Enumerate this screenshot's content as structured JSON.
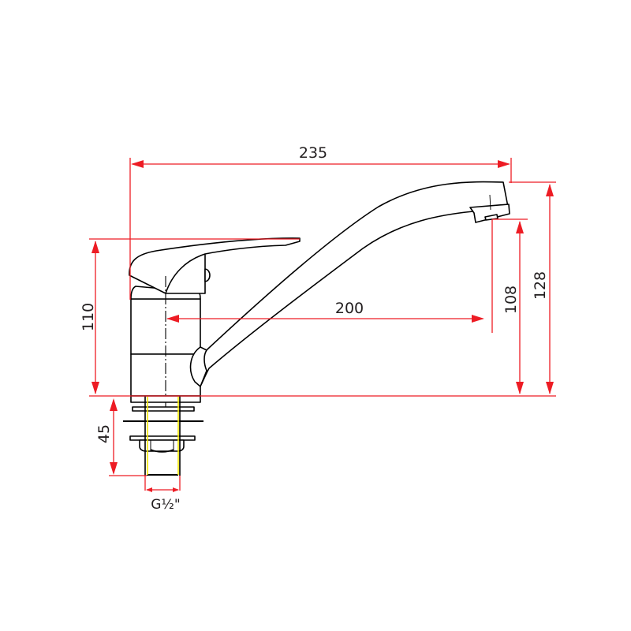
{
  "drawing": {
    "subject": "single-lever kitchen faucet side elevation",
    "units": "mm",
    "colors": {
      "outline": "#000000",
      "dimension": "#ed1c24",
      "thread": "#f2e600",
      "text": "#231f20",
      "background": "#ffffff"
    },
    "dimensions": {
      "overall_length": {
        "label": "235",
        "orientation": "horizontal"
      },
      "spout_reach": {
        "label": "200",
        "orientation": "horizontal"
      },
      "body_height": {
        "label": "110",
        "orientation": "vertical"
      },
      "spout_outlet_height": {
        "label": "108",
        "orientation": "vertical"
      },
      "overall_height": {
        "label": "128",
        "orientation": "vertical"
      },
      "shank_length": {
        "label": "45",
        "orientation": "vertical"
      },
      "thread_size": {
        "label": "G½\"",
        "orientation": "horizontal"
      }
    }
  }
}
